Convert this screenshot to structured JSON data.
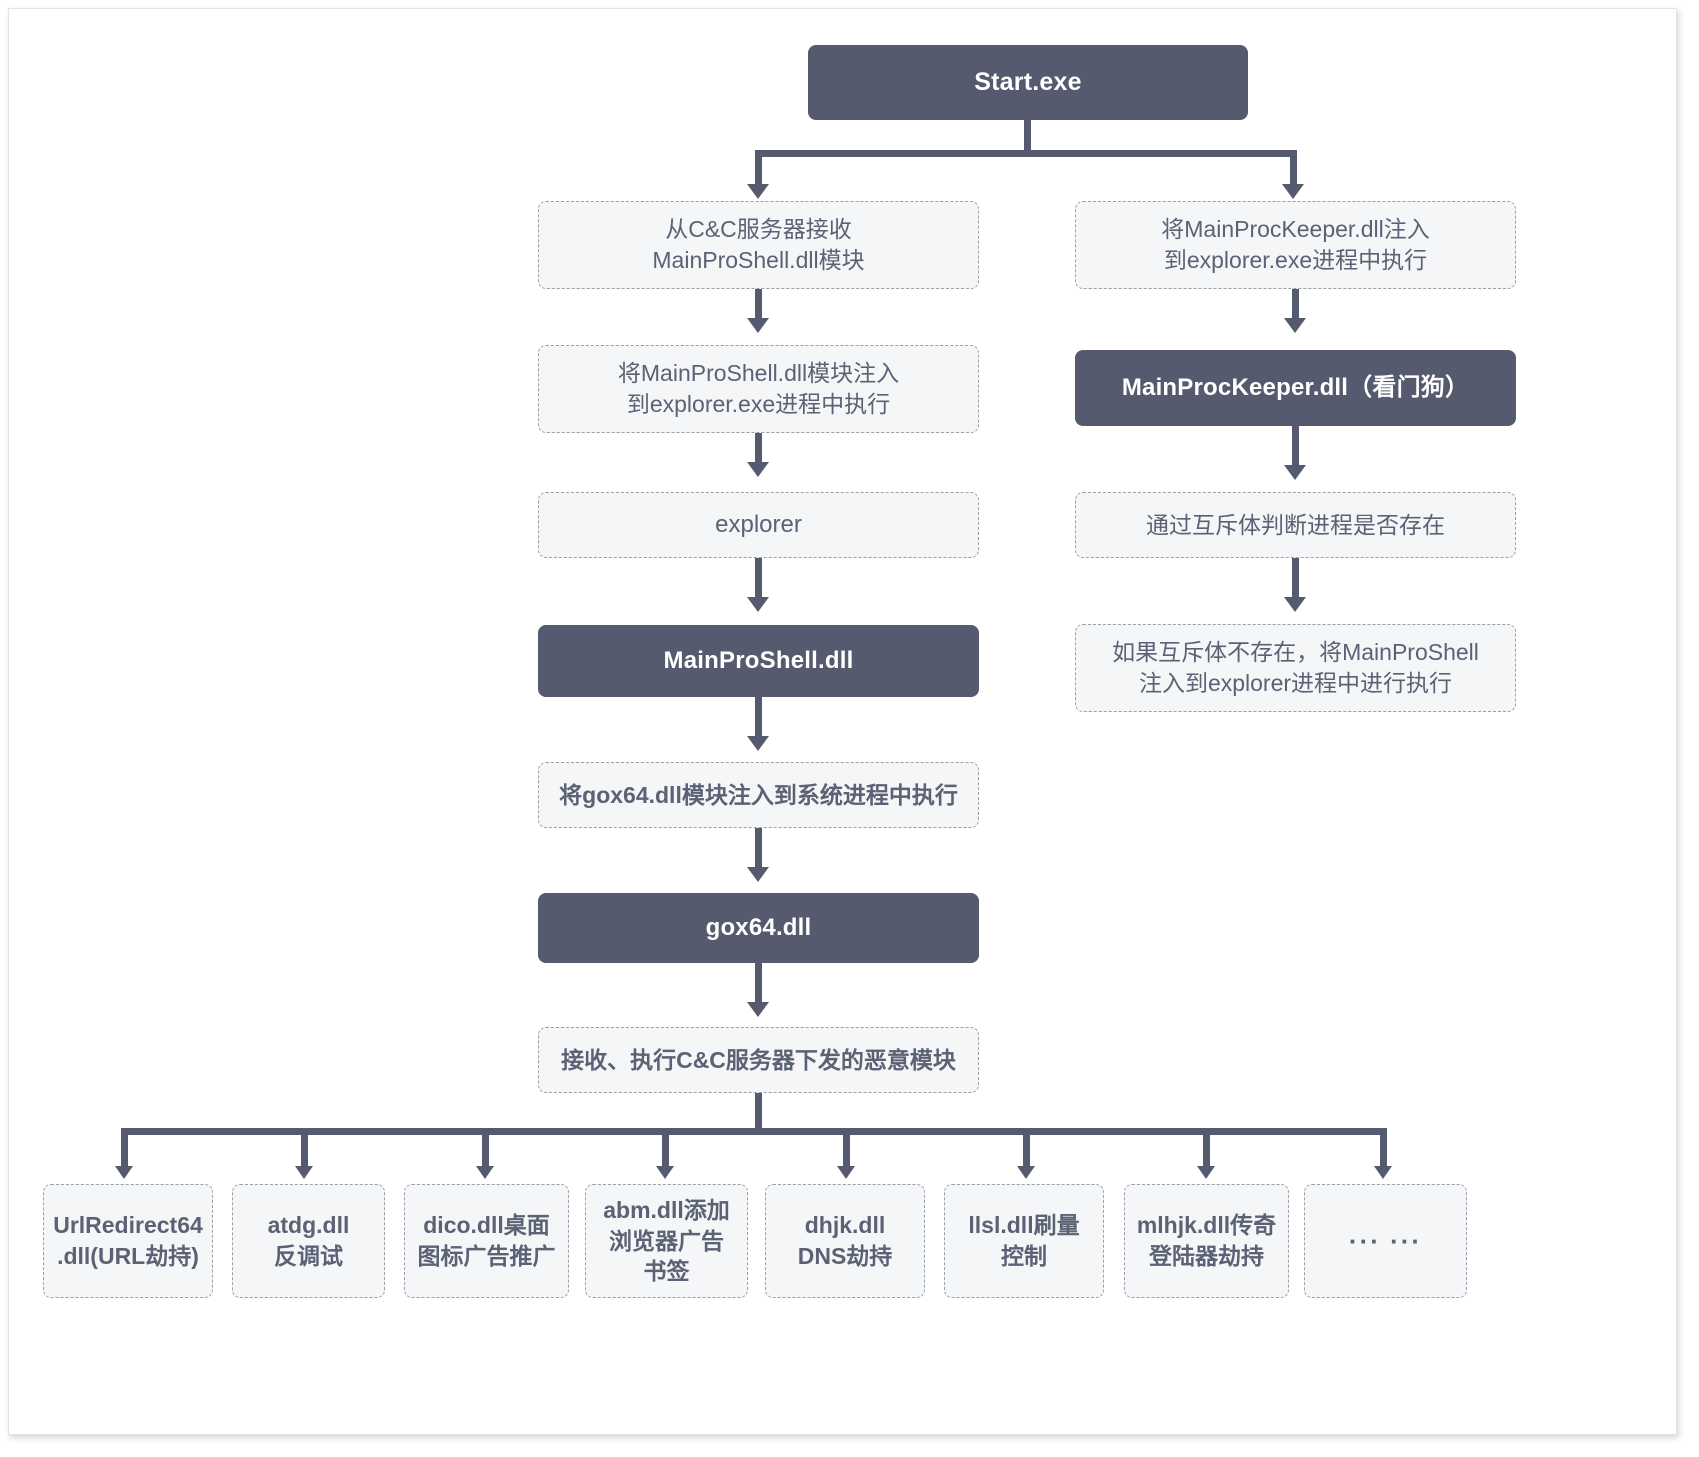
{
  "diagram": {
    "title": "Start.exe malware execution flow",
    "colors": {
      "filled_bg": "#555a6e",
      "filled_text": "#ffffff",
      "dashed_bg": "#f5f6f7",
      "dashed_border": "#9aa0ab",
      "dashed_text": "#5c6275",
      "connector": "#555a6e",
      "page_bg": "#ffffff"
    },
    "nodes": {
      "start": "Start.exe",
      "left": {
        "recv_module": "从C&C服务器接收\nMainProShell.dll模块",
        "inject_shell": "将MainProShell.dll模块注入\n到explorer.exe进程中执行",
        "explorer": "explorer",
        "mainproshell": "MainProShell.dll",
        "inject_gox64": "将gox64.dll模块注入到系统进程中执行",
        "gox64": "gox64.dll",
        "recv_exec_modules": "接收、执行C&C服务器下发的恶意模块"
      },
      "right": {
        "inject_keeper": "将MainProcKeeper.dll注入\n到explorer.exe进程中执行",
        "mainprockeeper": "MainProcKeeper.dll（看门狗）",
        "mutex_check": "通过互斥体判断进程是否存在",
        "mutex_absent": "如果互斥体不存在，将MainProShell\n注入到explorer进程中进行执行"
      },
      "modules": [
        "UrlRedirect64\n.dll(URL劫持)",
        "atdg.dll\n反调试",
        "dico.dll桌面\n图标广告推广",
        "abm.dll添加\n浏览器广告\n书签",
        "dhjk.dll\nDNS劫持",
        "llsl.dll刷量\n控制",
        "mlhjk.dll传奇\n登陆器劫持",
        "··· ···"
      ]
    }
  }
}
